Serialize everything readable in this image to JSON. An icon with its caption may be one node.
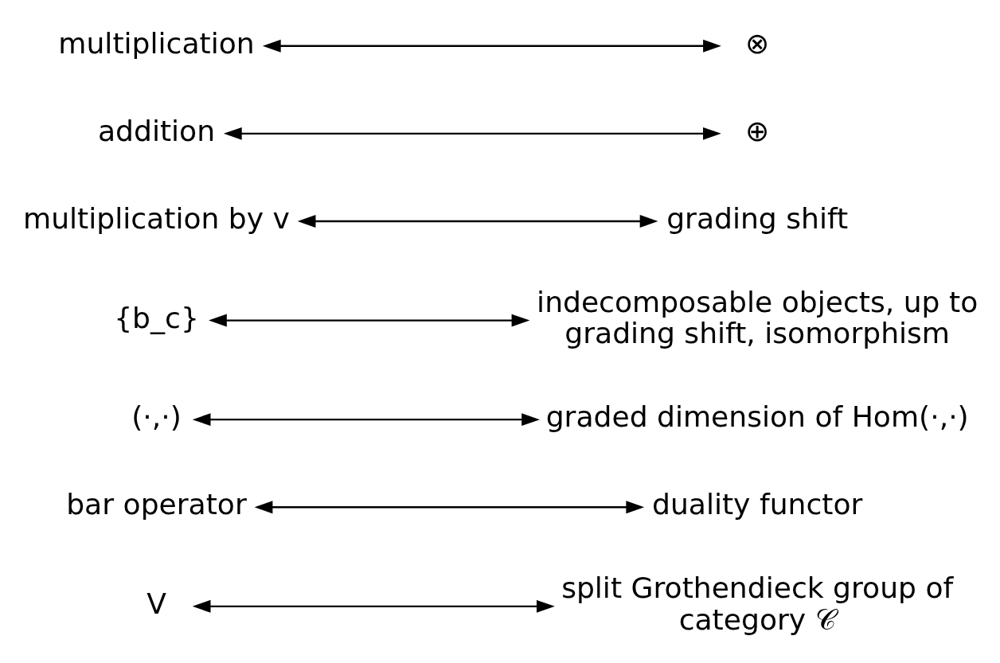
{
  "diagram": {
    "nodes": [
      {
        "text": [
          "V"
        ]
      },
      {
        "text": [
          "split Grothendieck group of category 𝒞"
        ]
      },
      {
        "text": [
          "bar operator"
        ]
      },
      {
        "text": [
          "duality functor"
        ]
      },
      {
        "text": [
          "(·,·)"
        ]
      },
      {
        "text": [
          "graded dimension of Hom(·,·)"
        ]
      },
      {
        "text": [
          "{b_c}"
        ]
      },
      {
        "text": [
          "indecomposable objects, up to grading shift, isomorphism"
        ]
      },
      {
        "text": [
          "multiplication by v"
        ]
      },
      {
        "text": [
          "grading shift"
        ]
      },
      {
        "text": [
          "addition"
        ]
      },
      {
        "text": [
          "⊕"
        ]
      },
      {
        "text": [
          "multiplication"
        ]
      },
      {
        "text": [
          "⊗"
        ]
      }
    ],
    "edges": [
      {
        "from": 0,
        "to": 1,
        "arrow": "both"
      },
      {
        "from": 2,
        "to": 3,
        "arrow": "both"
      },
      {
        "from": 4,
        "to": 5,
        "arrow": "both"
      },
      {
        "from": 6,
        "to": 7,
        "arrow": "both"
      },
      {
        "from": 8,
        "to": 9,
        "arrow": "both"
      },
      {
        "from": 10,
        "to": 11,
        "arrow": "both"
      },
      {
        "from": 12,
        "to": 13,
        "arrow": "both"
      }
    ]
  }
}
